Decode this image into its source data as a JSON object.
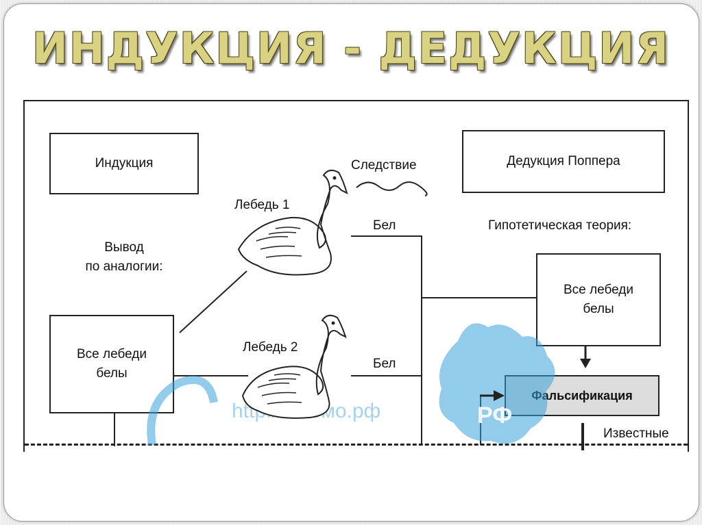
{
  "title": "ИНДУКЦИЯ - ДЕДУКЦИЯ",
  "diagram": {
    "induction_label": "Индукция",
    "analogy_line1": "Вывод",
    "analogy_line2": "по аналогии:",
    "left_conclusion_line1": "Все лебеди",
    "left_conclusion_line2": "белы",
    "swan1_label": "Лебедь 1",
    "swan2_label": "Лебедь 2",
    "consequence_label": "Следствие",
    "white1_label": "Бел",
    "white2_label": "Бел",
    "popper_label": "Дедукция Поппера",
    "hypothetical_theory_label": "Гипотетическая теория:",
    "right_theory_line1": "Все лебеди",
    "right_theory_line2": "белы",
    "falsification_label": "Фальсификация",
    "known_label": "Известные"
  },
  "watermark": {
    "url": "http://...кемо.рф",
    "rf": "РФ"
  },
  "colors": {
    "title_fill": "#d9d282",
    "title_outline": "#4b4515",
    "watermark_blue": "#3aa0d8",
    "line": "#222222"
  }
}
